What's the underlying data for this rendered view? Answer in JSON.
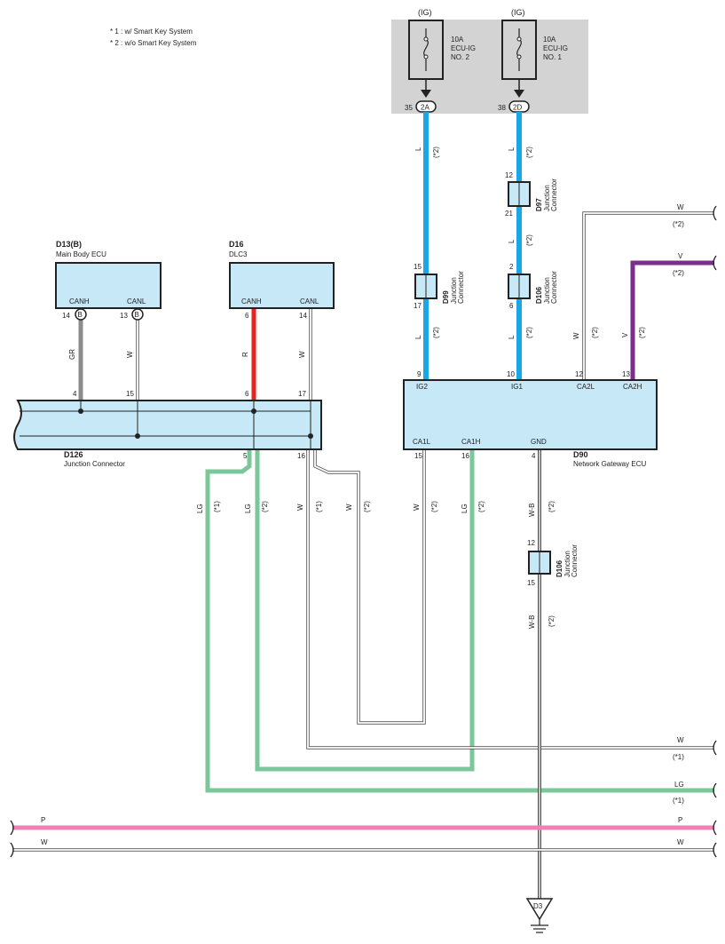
{
  "legend": {
    "note1": "* 1 : w/ Smart Key System",
    "note2": "* 2 : w/o Smart Key System"
  },
  "fuse_box": {
    "fuses": [
      {
        "supply": "(IG)",
        "amp": "10A",
        "name1": "ECU-IG",
        "name2": "NO. 2",
        "pin": "35",
        "connector": "2A"
      },
      {
        "supply": "(IG)",
        "amp": "10A",
        "name1": "ECU-IG",
        "name2": "NO. 1",
        "pin": "38",
        "connector": "2D"
      }
    ]
  },
  "components": {
    "main_body_ecu": {
      "code": "D13(B)",
      "name": "Main Body ECU",
      "pin1": "CANH",
      "pin2": "CANL",
      "pin1_no": "14",
      "pin2_no": "13",
      "connector": "B"
    },
    "dlc3": {
      "code": "D16",
      "name": "DLC3",
      "pin1": "CANH",
      "pin2": "CANL",
      "pin1_no": "6",
      "pin2_no": "14"
    },
    "d126": {
      "code": "D126",
      "name": "Junction Connector",
      "top_pins": [
        "4",
        "15",
        "6",
        "17"
      ],
      "bottom_pins": [
        "5",
        "16"
      ]
    },
    "gateway": {
      "code": "D90",
      "name": "Network Gateway ECU",
      "top_labels": [
        "IG2",
        "IG1",
        "CA2L",
        "CA2H"
      ],
      "top_pins": [
        "9",
        "10",
        "12",
        "13"
      ],
      "bottom_labels": [
        "CA1L",
        "CA1H",
        "GND"
      ],
      "bottom_pins": [
        "15",
        "16",
        "4"
      ]
    },
    "d99": {
      "code": "D99",
      "name1": "Junction",
      "name2": "Connector",
      "pin_top": "15",
      "pin_bottom": "17"
    },
    "d97": {
      "code": "D97",
      "name1": "Junction",
      "name2": "Connector",
      "pin_top": "12",
      "pin_bottom": "21"
    },
    "d106a": {
      "code": "D106",
      "name1": "Junction",
      "name2": "Connector",
      "pin_top": "2",
      "pin_bottom": "6"
    },
    "d106b": {
      "code": "D106",
      "name1": "Junction",
      "name2": "Connector",
      "pin_top": "12",
      "pin_bottom": "15"
    },
    "ground": {
      "code": "D3"
    }
  },
  "wire_labels": {
    "gr": "GR",
    "w": "W",
    "r": "R",
    "l": "L",
    "lg": "LG",
    "v": "V",
    "p": "P",
    "wb": "W-B",
    "star1": "(*1)",
    "star2": "(*2)"
  },
  "colors": {
    "blue": "#1ba6e8",
    "red": "#e52320",
    "gray": "#8c8c8c",
    "green": "#7cc79a",
    "purple": "#7b2d8e",
    "pink": "#ee82b4",
    "box_fill": "#c6e8f7",
    "fuse_bg": "#d3d3d3"
  }
}
